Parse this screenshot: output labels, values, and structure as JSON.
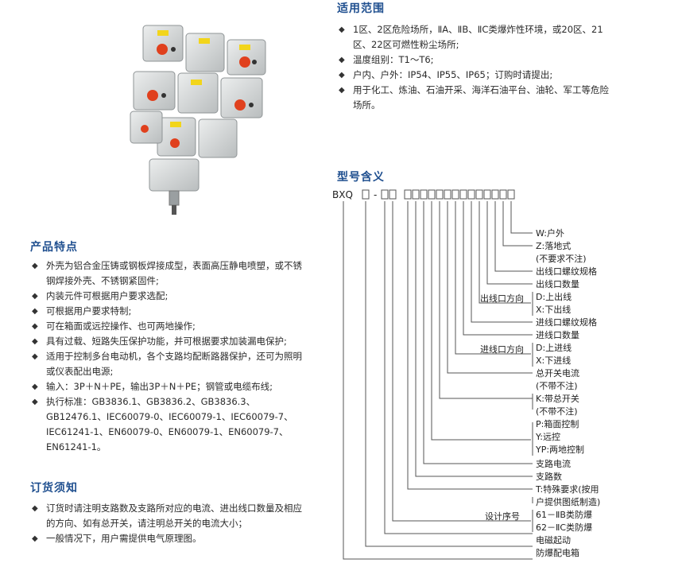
{
  "product_features": {
    "title": "产品特点",
    "items": [
      "外壳为铝合金压铸或钢板焊接成型，表面高压静电喷塑，或不锈钢焊接外壳、不锈钢紧固件;",
      "内装元件可根据用户要求选配;",
      "可根据用户要求特制;",
      "可在箱面或远控操作、也可两地操作;",
      "具有过载、短路失压保护功能，并可根据要求加装漏电保护;",
      "适用于控制多台电动机，各个支路均配断路器保护，还可为照明或仪表配出电源;",
      "输入：3P＋N＋PE，输出3P＋N＋PE；钢管或电缆布线;",
      "执行标准：GB3836.1、GB3836.2、GB3836.3、GB12476.1、IEC60079-0、IEC60079-1、IEC60079-7、IEC61241-1、EN60079-0、EN60079-1、EN60079-7、EN61241-1。"
    ]
  },
  "ordering": {
    "title": "订货须知",
    "items": [
      "订货时请注明支路数及支路所对应的电流、进出线口数量及相应的方向、如有总开关，请注明总开关的电流大小；",
      "一般情况下，用户需提供电气原理图。"
    ]
  },
  "application": {
    "title": "适用范围",
    "items": [
      "1区、2区危险场所，ⅡA、ⅡB、ⅡC类爆炸性环境，或20区、21区、22区可燃性粉尘场所;",
      "温度组别：T1～T6;",
      "户内、户外：IP54、IP55、IP65；订购时请提出;",
      "用于化工、炼油、石油开采、海洋石油平台、油轮、军工等危险场所。"
    ]
  },
  "model": {
    "title": "型号含义",
    "code_prefix": "BXQ",
    "labels": {
      "w": "W:户外",
      "z": "Z:落地式",
      "z_note": "(不要求不注)",
      "out_thread": "出线口螺纹规格",
      "out_count": "出线口数量",
      "out_dir": "出线口方向",
      "out_d": "D:上出线",
      "out_x": "X:下出线",
      "in_thread": "进线口螺纹规格",
      "in_count": "进线口数量",
      "in_dir": "进线口方向",
      "in_d": "D:上进线",
      "in_x": "X:下进线",
      "main_current": "总开关电流",
      "main_current_note": "(不带不注)",
      "k": "K:带总开关",
      "k_note": "(不带不注)",
      "p": "P:箱面控制",
      "y": "Y:远控",
      "yp": "YP:两地控制",
      "branch_current": "支路电流",
      "branch_count": "支路数",
      "t": "T:特殊要求(按用",
      "t2": "户提供图纸制造)",
      "design": "设计序号",
      "d61": "61－ⅡB类防爆",
      "d62": "62－ⅡC类防爆",
      "em": "电磁起动",
      "box": "防爆配电箱"
    }
  }
}
